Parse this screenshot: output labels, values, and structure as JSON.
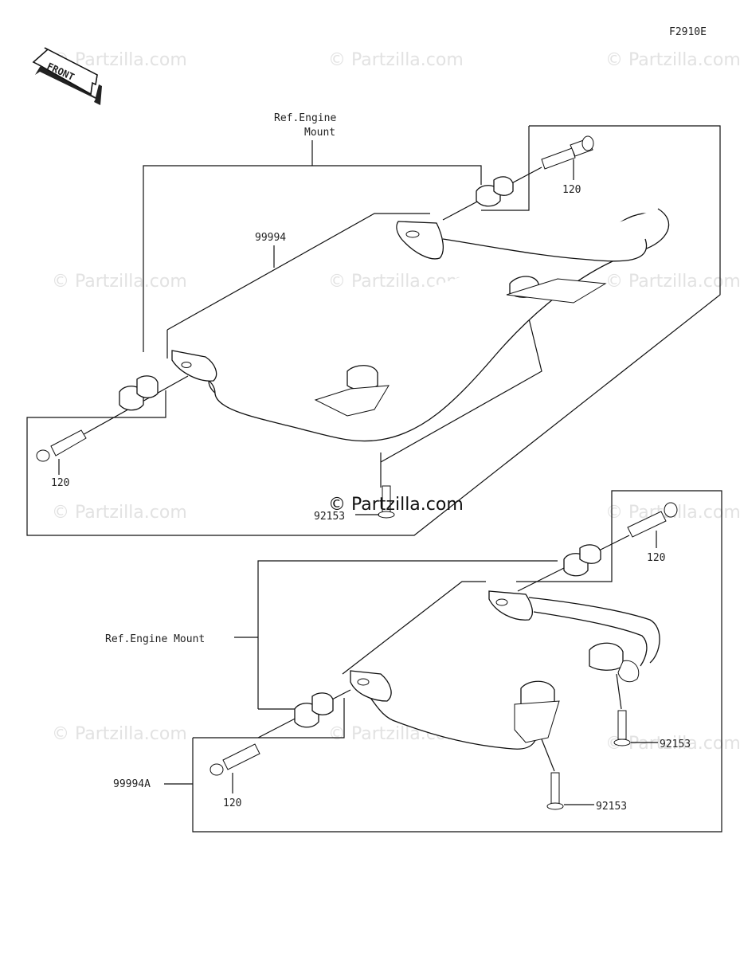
{
  "diagram": {
    "code": "F2910E",
    "front_label": "FRONT",
    "watermark": "© Partzilla.com",
    "watermark_center": "© Partzilla.com"
  },
  "upper_assembly": {
    "ref_label_line1": "Ref.Engine",
    "ref_label_line2": "Mount",
    "guard_part": "99994",
    "bolt_right": "120",
    "bolt_left": "120",
    "screw": "92153"
  },
  "lower_assembly": {
    "ref_label": "Ref.Engine Mount",
    "guard_part": "99994A",
    "bolt_right": "120",
    "bolt_left": "120",
    "screw_right": "92153",
    "screw_left": "92153"
  }
}
